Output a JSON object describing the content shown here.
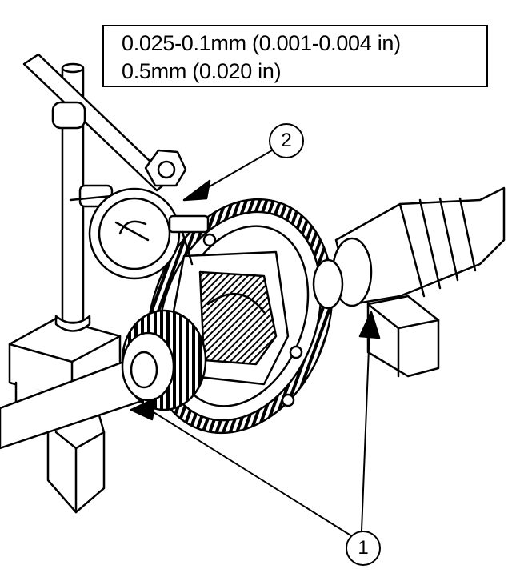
{
  "spec": {
    "line1": "0.025-0.1mm (0.001-0.004 in)",
    "line2": "0.5mm (0.020 in)"
  },
  "callouts": {
    "one": "1",
    "two": "2"
  }
}
